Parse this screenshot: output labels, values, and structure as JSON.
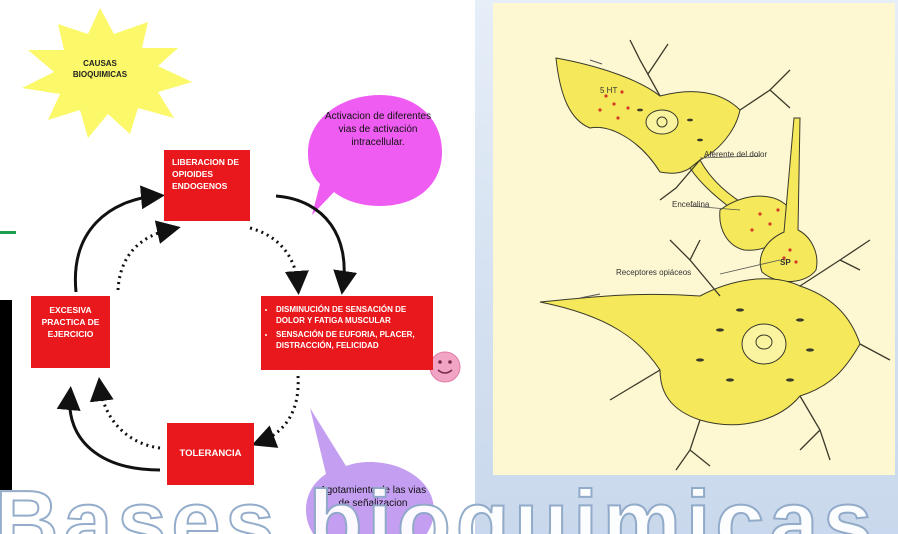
{
  "diagram": {
    "burst_label": "CAUSAS BIOQUIMICAS",
    "box_opioides": "LIBERACION DE OPIOIDES ENDOGENOS",
    "box_excesiva": "EXCESIVA PRACTICA DE EJERCICIO",
    "box_tolerancia": "TOLERANCIA",
    "box_disminucion": {
      "items": [
        "DISMINUCIÓN DE SENSACIÓN DE DOLOR Y FATIGA MUSCULAR",
        "SENSACIÓN DE EUFORIA, PLACER, DISTRACCIÓN, FELICIDAD"
      ]
    },
    "bubble_activacion": "Activacion de diferentes vias de activación intracellular.",
    "bubble_agotamiento": "Agotamiento de las vias de señalizacion"
  },
  "neuron": {
    "labels": {
      "serotonin": "5 HT",
      "afferent": "Aferente del dolor",
      "encephalin": "Encefalina",
      "receptors": "Receptores opiáceos",
      "sp": "SP"
    }
  },
  "bottom_text": "Bases bioquimicas",
  "colors": {
    "box_red": "#e8181c",
    "burst_yellow": "#fbf86a",
    "bubble_magenta": "#ef5cf2",
    "bubble_lavender": "#c49ef0",
    "neuron_yellow": "#f5e85a",
    "neuron_red_dots": "#d23a2c"
  }
}
